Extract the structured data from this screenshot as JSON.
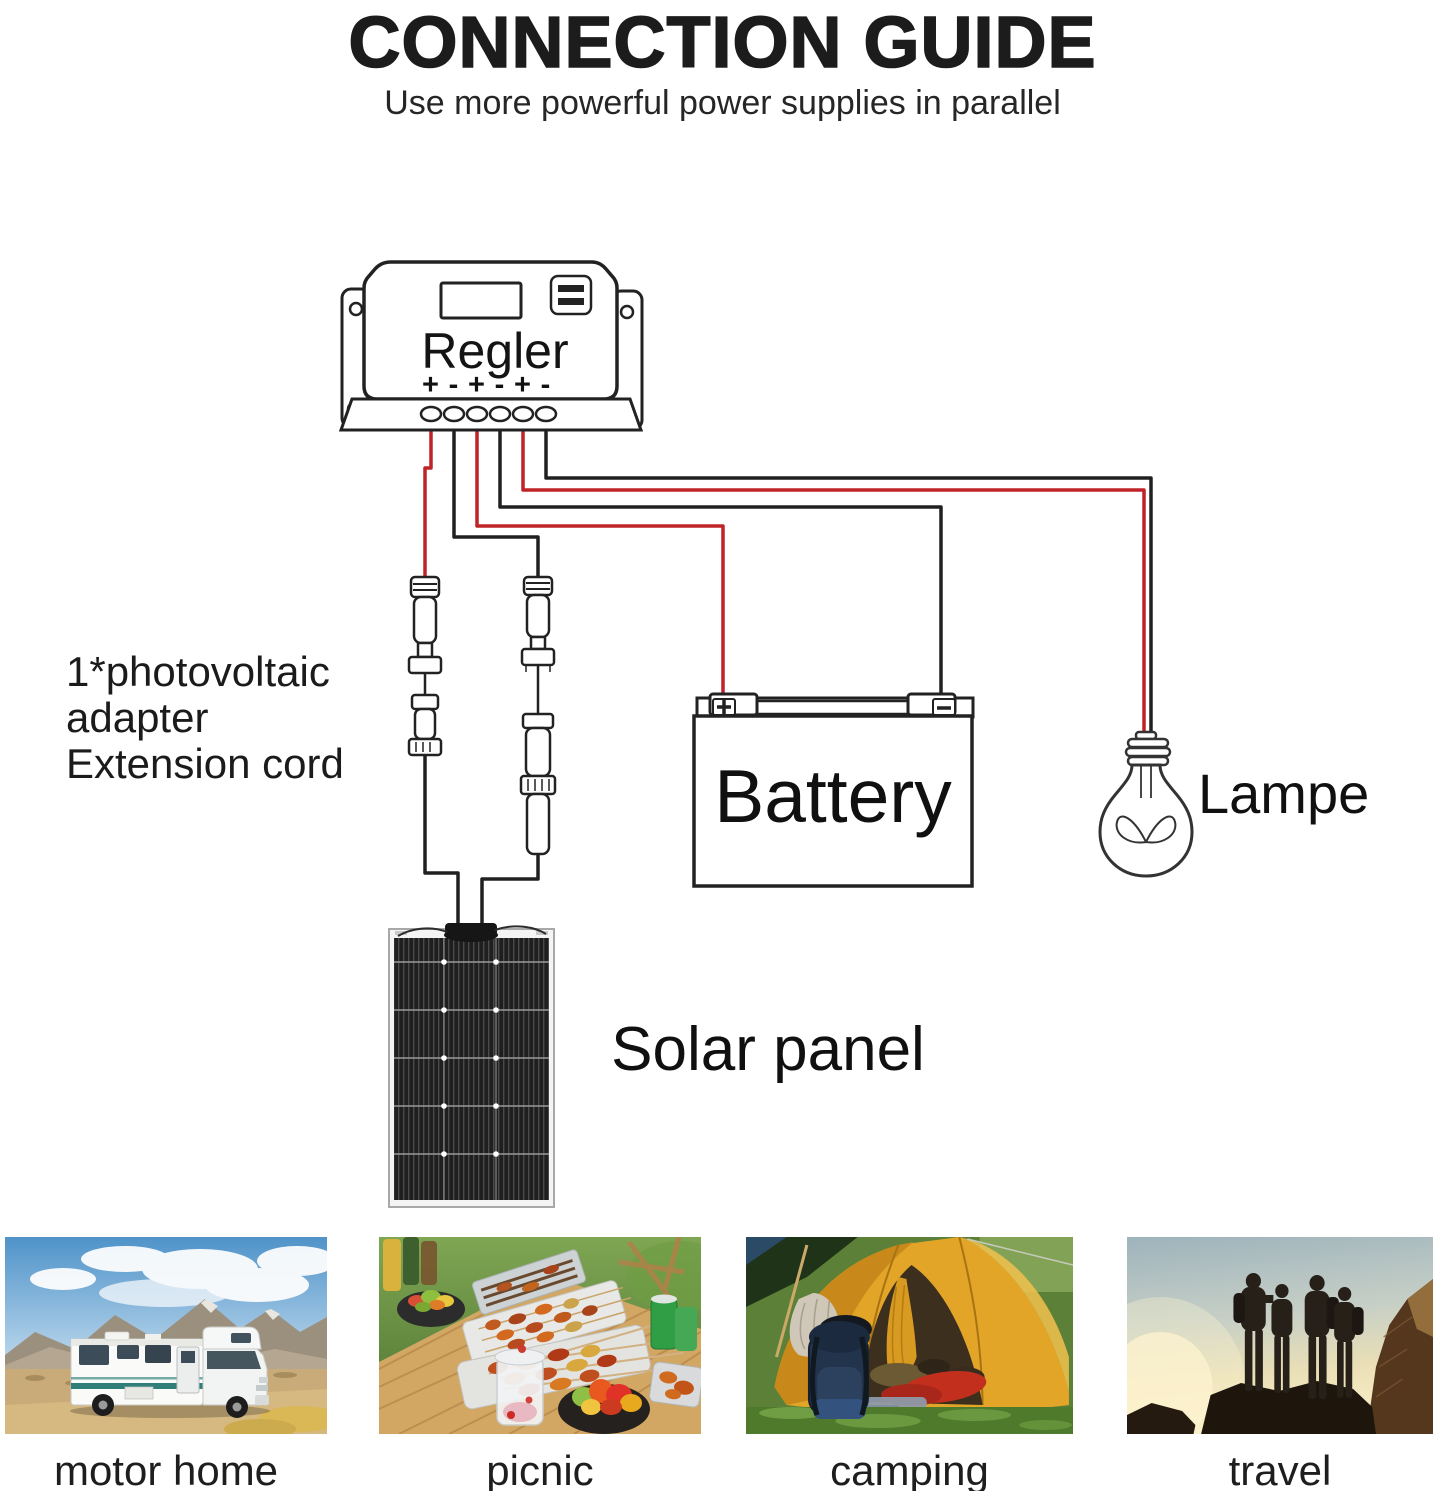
{
  "header": {
    "title": "CONNECTION GUIDE",
    "subtitle": "Use more powerful power supplies in parallel"
  },
  "diagram": {
    "controller": {
      "label": "Regler",
      "terminal_signs": [
        "+",
        "-",
        "+",
        "-",
        "+",
        "-"
      ]
    },
    "adapter_note": {
      "lines": [
        "1*photovoltaic",
        "adapter",
        "Extension cord"
      ]
    },
    "battery": {
      "label": "Battery",
      "positive": "+",
      "negative": "-"
    },
    "lamp": {
      "label": "Lampe"
    },
    "solar_panel": {
      "label": "Solar panel"
    },
    "wire_colors": {
      "positive": "#bf2328",
      "negative": "#202020"
    },
    "connections": [
      {
        "from": "Regler terminal 1 (+)",
        "wire": "red",
        "to": "Solar panel via photovoltaic adapter extension cord"
      },
      {
        "from": "Regler terminal 2 (-)",
        "wire": "black",
        "to": "Solar panel via photovoltaic adapter extension cord"
      },
      {
        "from": "Regler terminal 3 (+)",
        "wire": "red",
        "to": "Battery +"
      },
      {
        "from": "Regler terminal 4 (-)",
        "wire": "black",
        "to": "Battery -"
      },
      {
        "from": "Regler terminal 5 (+)",
        "wire": "red",
        "to": "Lampe"
      },
      {
        "from": "Regler terminal 6 (-)",
        "wire": "black",
        "to": "Lampe"
      }
    ]
  },
  "gallery": {
    "items": [
      {
        "caption": "motor home"
      },
      {
        "caption": "picnic"
      },
      {
        "caption": "camping"
      },
      {
        "caption": "travel"
      }
    ]
  }
}
